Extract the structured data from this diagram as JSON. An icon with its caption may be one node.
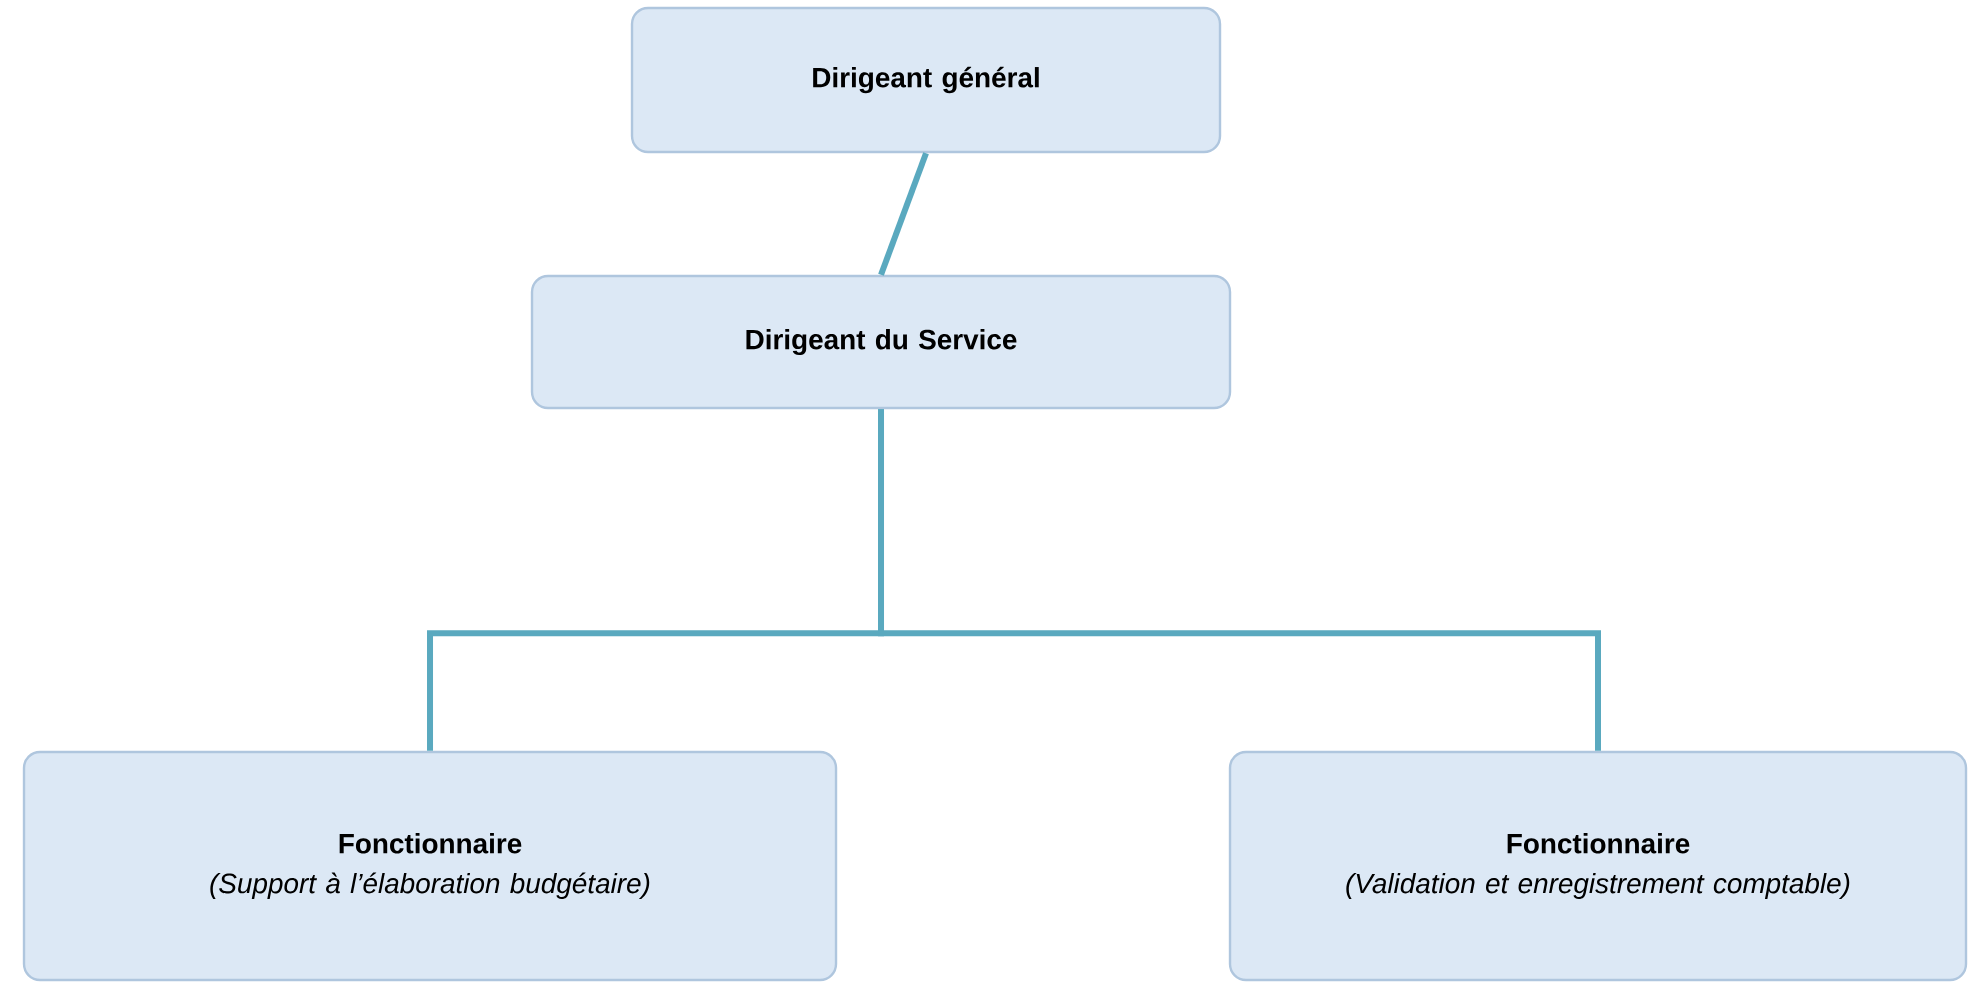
{
  "diagram": {
    "nodes": [
      {
        "text": [
          "Dirigeant général"
        ]
      },
      {
        "text": [
          "Dirigeant du Service"
        ]
      },
      {
        "text": [
          "Fonctionnaire",
          "(Support à l’élaboration budgétaire)"
        ]
      },
      {
        "text": [
          "Fonctionnaire",
          "(Validation et enregistrement comptable)"
        ]
      }
    ],
    "edges": [
      {
        "from": 0,
        "to": 1,
        "arrow": "none"
      },
      {
        "from": 1,
        "to": 2,
        "arrow": "none"
      },
      {
        "from": 1,
        "to": 3,
        "arrow": "none"
      }
    ]
  }
}
